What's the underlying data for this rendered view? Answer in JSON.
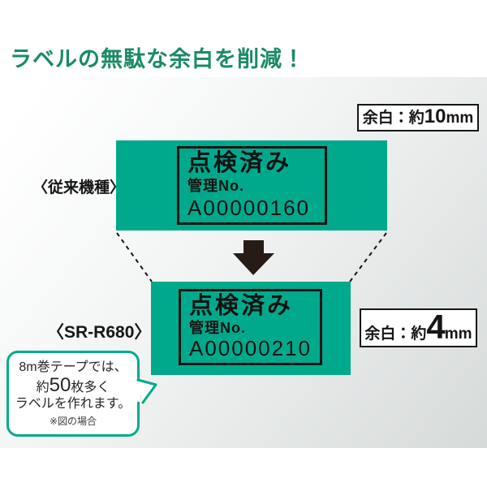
{
  "title": "ラベルの無駄な余白を削減！",
  "old_model": {
    "machine": "〈従来機種〉",
    "margin_prefix": "余白：約",
    "margin_value": "10",
    "margin_unit": "mm",
    "label_line1": "点検済み",
    "label_line2": "管理No.",
    "label_line3": "A00000160"
  },
  "new_model": {
    "machine": "〈SR-R680〉",
    "margin_prefix": "余白：約",
    "margin_value": "4",
    "margin_unit": "mm",
    "label_line1": "点検済み",
    "label_line2": "管理No.",
    "label_line3": "A00000210"
  },
  "callout": {
    "line1": "8m巻テープでは、",
    "line2_prefix": "約",
    "line2_big": "50",
    "line2_suffix": "枚多く",
    "line3": "ラベルを作れます。",
    "note": "※図の場合"
  },
  "icons": {
    "arrow": "down-arrow-icon"
  },
  "colors": {
    "tape_green": "#00a98c",
    "title_green": "#1a8a68",
    "bubble_green": "#00ab8e",
    "ink_black": "#161616",
    "arrow_brown_black": "#271b15"
  }
}
